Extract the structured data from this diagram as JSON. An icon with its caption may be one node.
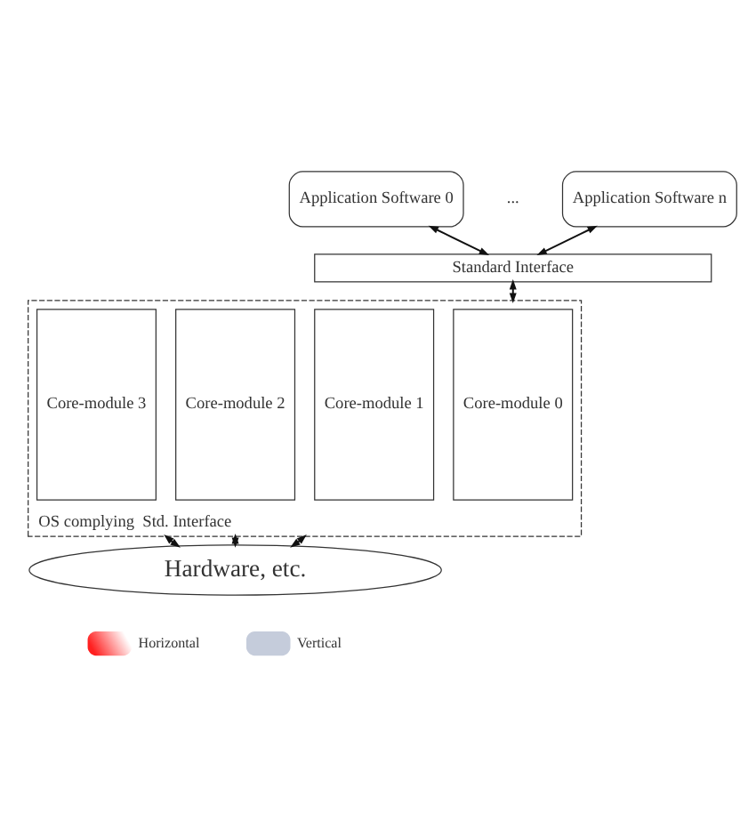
{
  "diagram": {
    "nodes": [
      {
        "text": [
          "Application Software 0"
        ]
      },
      {
        "text": [
          "Application Software n"
        ]
      },
      {
        "text": [
          "Standard Interface"
        ]
      },
      {
        "text": [
          "OS complying  Std. Interface"
        ]
      },
      {
        "text": [
          "Core-module 0"
        ],
        "in": 3
      },
      {
        "text": [
          "Core-module 1"
        ],
        "in": 3
      },
      {
        "text": [
          "Core-module 2"
        ],
        "in": 3
      },
      {
        "text": [
          "Core-module 3"
        ],
        "in": 3
      },
      {
        "text": [
          "Hardware, etc."
        ]
      }
    ],
    "edges": [
      {
        "from": 0,
        "to": 2,
        "arrow": "both"
      },
      {
        "from": 1,
        "to": 2,
        "arrow": "both"
      },
      {
        "from": 2,
        "to": 3,
        "arrow": "both"
      },
      {
        "from": 3,
        "to": 8,
        "arrow": "both"
      },
      {
        "from": 3,
        "to": 8,
        "arrow": "both"
      },
      {
        "from": 3,
        "to": 8,
        "arrow": "both"
      }
    ],
    "labels": [
      "..."
    ],
    "legend": [
      {
        "text": "Horizontal"
      },
      {
        "text": "Vertical",
        "color": "#c5ccdb"
      }
    ]
  }
}
